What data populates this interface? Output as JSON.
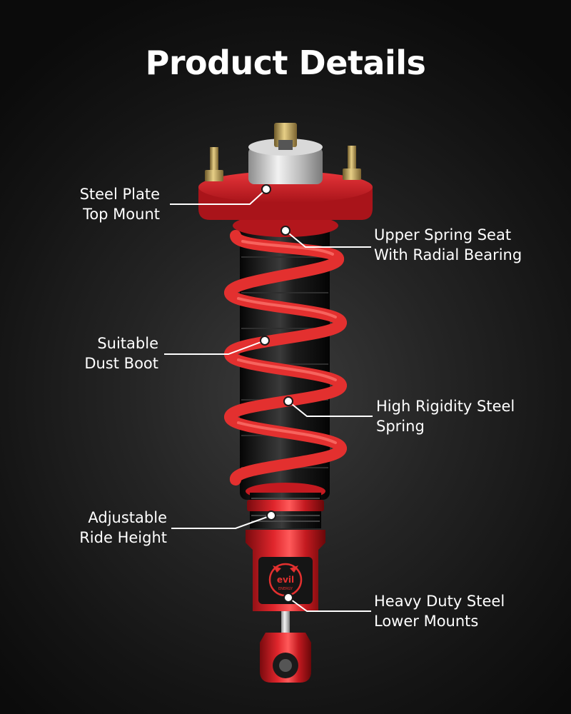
{
  "title": "Product Details",
  "brand_logo": {
    "line1": "evil",
    "line2": "ENERGY"
  },
  "colors": {
    "background": "#1a1a1a",
    "part_red": "#d61f26",
    "spring_red": "#e5332f",
    "body_black": "#111111",
    "text": "#ffffff",
    "marker": "#ffffff"
  },
  "callouts": [
    {
      "line1": "Steel Plate",
      "line2": "Top Mount"
    },
    {
      "line1": "Upper Spring Seat",
      "line2": "With Radial Bearing"
    },
    {
      "line1": "Suitable",
      "line2": "Dust Boot"
    },
    {
      "line1": "High Rigidity Steel",
      "line2": "Spring"
    },
    {
      "line1": "Adjustable",
      "line2": "Ride Height"
    },
    {
      "line1": "Heavy Duty Steel",
      "line2": "Lower Mounts"
    }
  ]
}
